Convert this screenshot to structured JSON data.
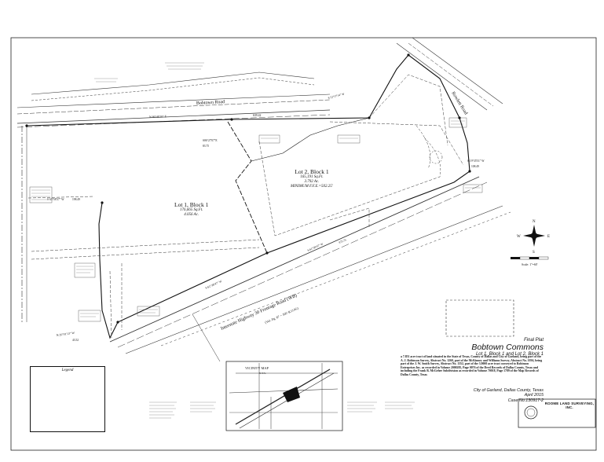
{
  "roads": {
    "bobtown_road": "Bobtown Road",
    "rowlett_road": "Rowlett Road",
    "interstate": "Interstate Highway 30 Frontage Road (WB)",
    "row_note": "(Vol. Pg. 67 ~ 300' R.O.W.)"
  },
  "lots": {
    "lot1": {
      "name": "Lot 1, Block 1",
      "area_sqft": "176,665 Sq.Ft.",
      "area_ac": "4.056 Ac."
    },
    "lot2": {
      "name": "Lot 2, Block 1",
      "area_sqft": "165,191 Sq.Ft.",
      "area_ac": "3.792 Ac.",
      "note": "MINIMUM F.F.E.=502.25'"
    }
  },
  "bearings": {
    "top_line": "N 86°48'10\" E",
    "right_upper": "S 52°37'14\" W",
    "right_lower": "S 19°35'51\" W",
    "lower_left": "N 26°01'13\" W",
    "frontage": "S 61°38'47\" W",
    "left_mid": "S 61°38'47\" W",
    "inner": "S06°27'07\"E",
    "small_left": "S 63°58'37\" W"
  },
  "distances": {
    "d1": "639.42",
    "d2": "83.75",
    "d3": "108.49",
    "d4": "875.75",
    "d5": "198.49",
    "d6": "43.52"
  },
  "title_block": {
    "label": "Final Plat",
    "name": "Bobtown Commons",
    "subtitle": "Lot 1, Block 1 and Lot 2, Block 1",
    "description": "a 7.851 acre tract of land situated in the State of Texas, County of Dallas and City of Garland, being part of the A. J. Robinson Survey, Abstract No. 1260, part of the McKinney and Williams Survey, Abstract No. 1036, being part of the J. W. Smith Survey, Abstract No. 1352, part of the 3.0000 acre tract conveyed to Robinson Enterprises Inc. as recorded in Volume 2000285, Page 0076 of the Deed Records of Dallas County, Texas and including the Frank B. McGehee Subdivision as recorded in Volume 70018, Page 1789 of the Map Records of Dallas County, Texas",
    "city": "City of Garland, Dallas County, Texas",
    "date": "April 2015",
    "case": "Case No.130917-2"
  },
  "legend": {
    "title": "Legend"
  },
  "vicinity": {
    "title": "VICINITY MAP",
    "scale": "N.T.S."
  },
  "surveyor": {
    "name": "ROOME LAND SURVEYING, INC."
  },
  "north_arrow": {
    "n": "N",
    "s": "S",
    "e": "E",
    "w": "W"
  },
  "scale_bar": "Scale: 1\"=60'"
}
